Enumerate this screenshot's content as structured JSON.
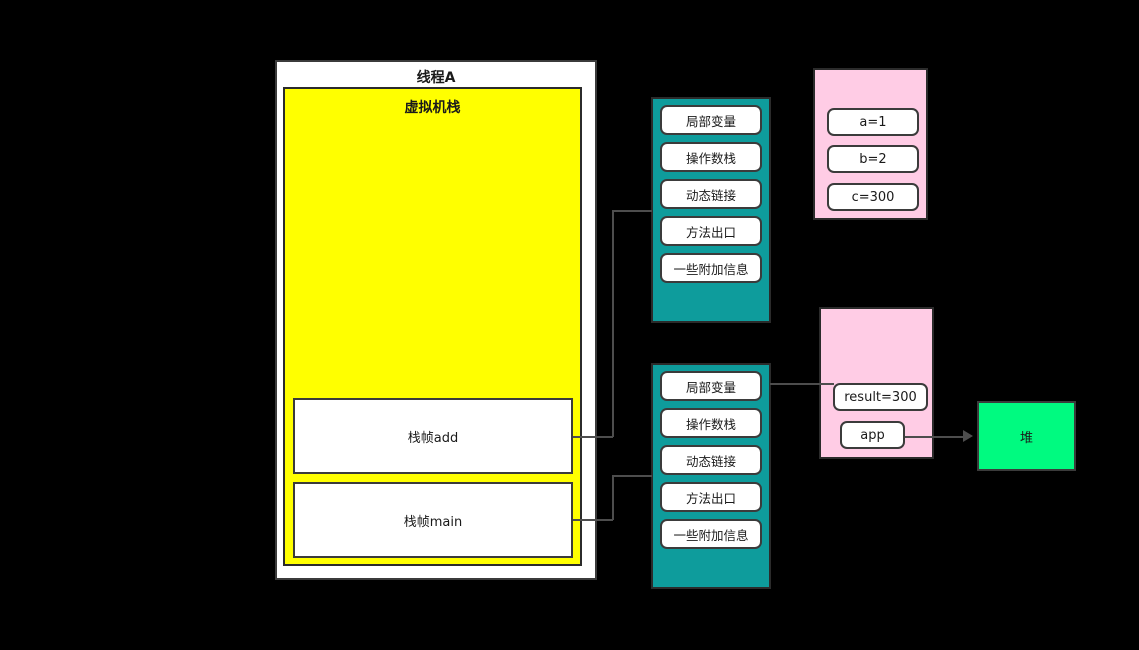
{
  "thread": {
    "title": "线程A",
    "vm_stack_title": "虚拟机栈",
    "frames": [
      {
        "label": "栈帧add"
      },
      {
        "label": "栈帧main"
      }
    ]
  },
  "frame_details": [
    {
      "name": "stack-frame-detail-add",
      "items": [
        "局部变量",
        "操作数栈",
        "动态链接",
        "方法出口",
        "一些附加信息"
      ]
    },
    {
      "name": "stack-frame-detail-main",
      "items": [
        "局部变量",
        "操作数栈",
        "动态链接",
        "方法出口",
        "一些附加信息"
      ]
    }
  ],
  "local_variable_tables": [
    {
      "name": "locals-add",
      "entries": [
        "a=1",
        "b=2",
        "c=300"
      ]
    },
    {
      "name": "locals-main",
      "entries": [
        "result=300",
        "app"
      ]
    }
  ],
  "heap": {
    "label": "堆"
  },
  "colors": {
    "vm_stack": "#ffff00",
    "frame_detail": "#0e9c9c",
    "local_table": "#ffcce5",
    "heap": "#00fa80",
    "border": "#3b3b3b",
    "connector": "#4d4d4d",
    "background": "#000000"
  }
}
